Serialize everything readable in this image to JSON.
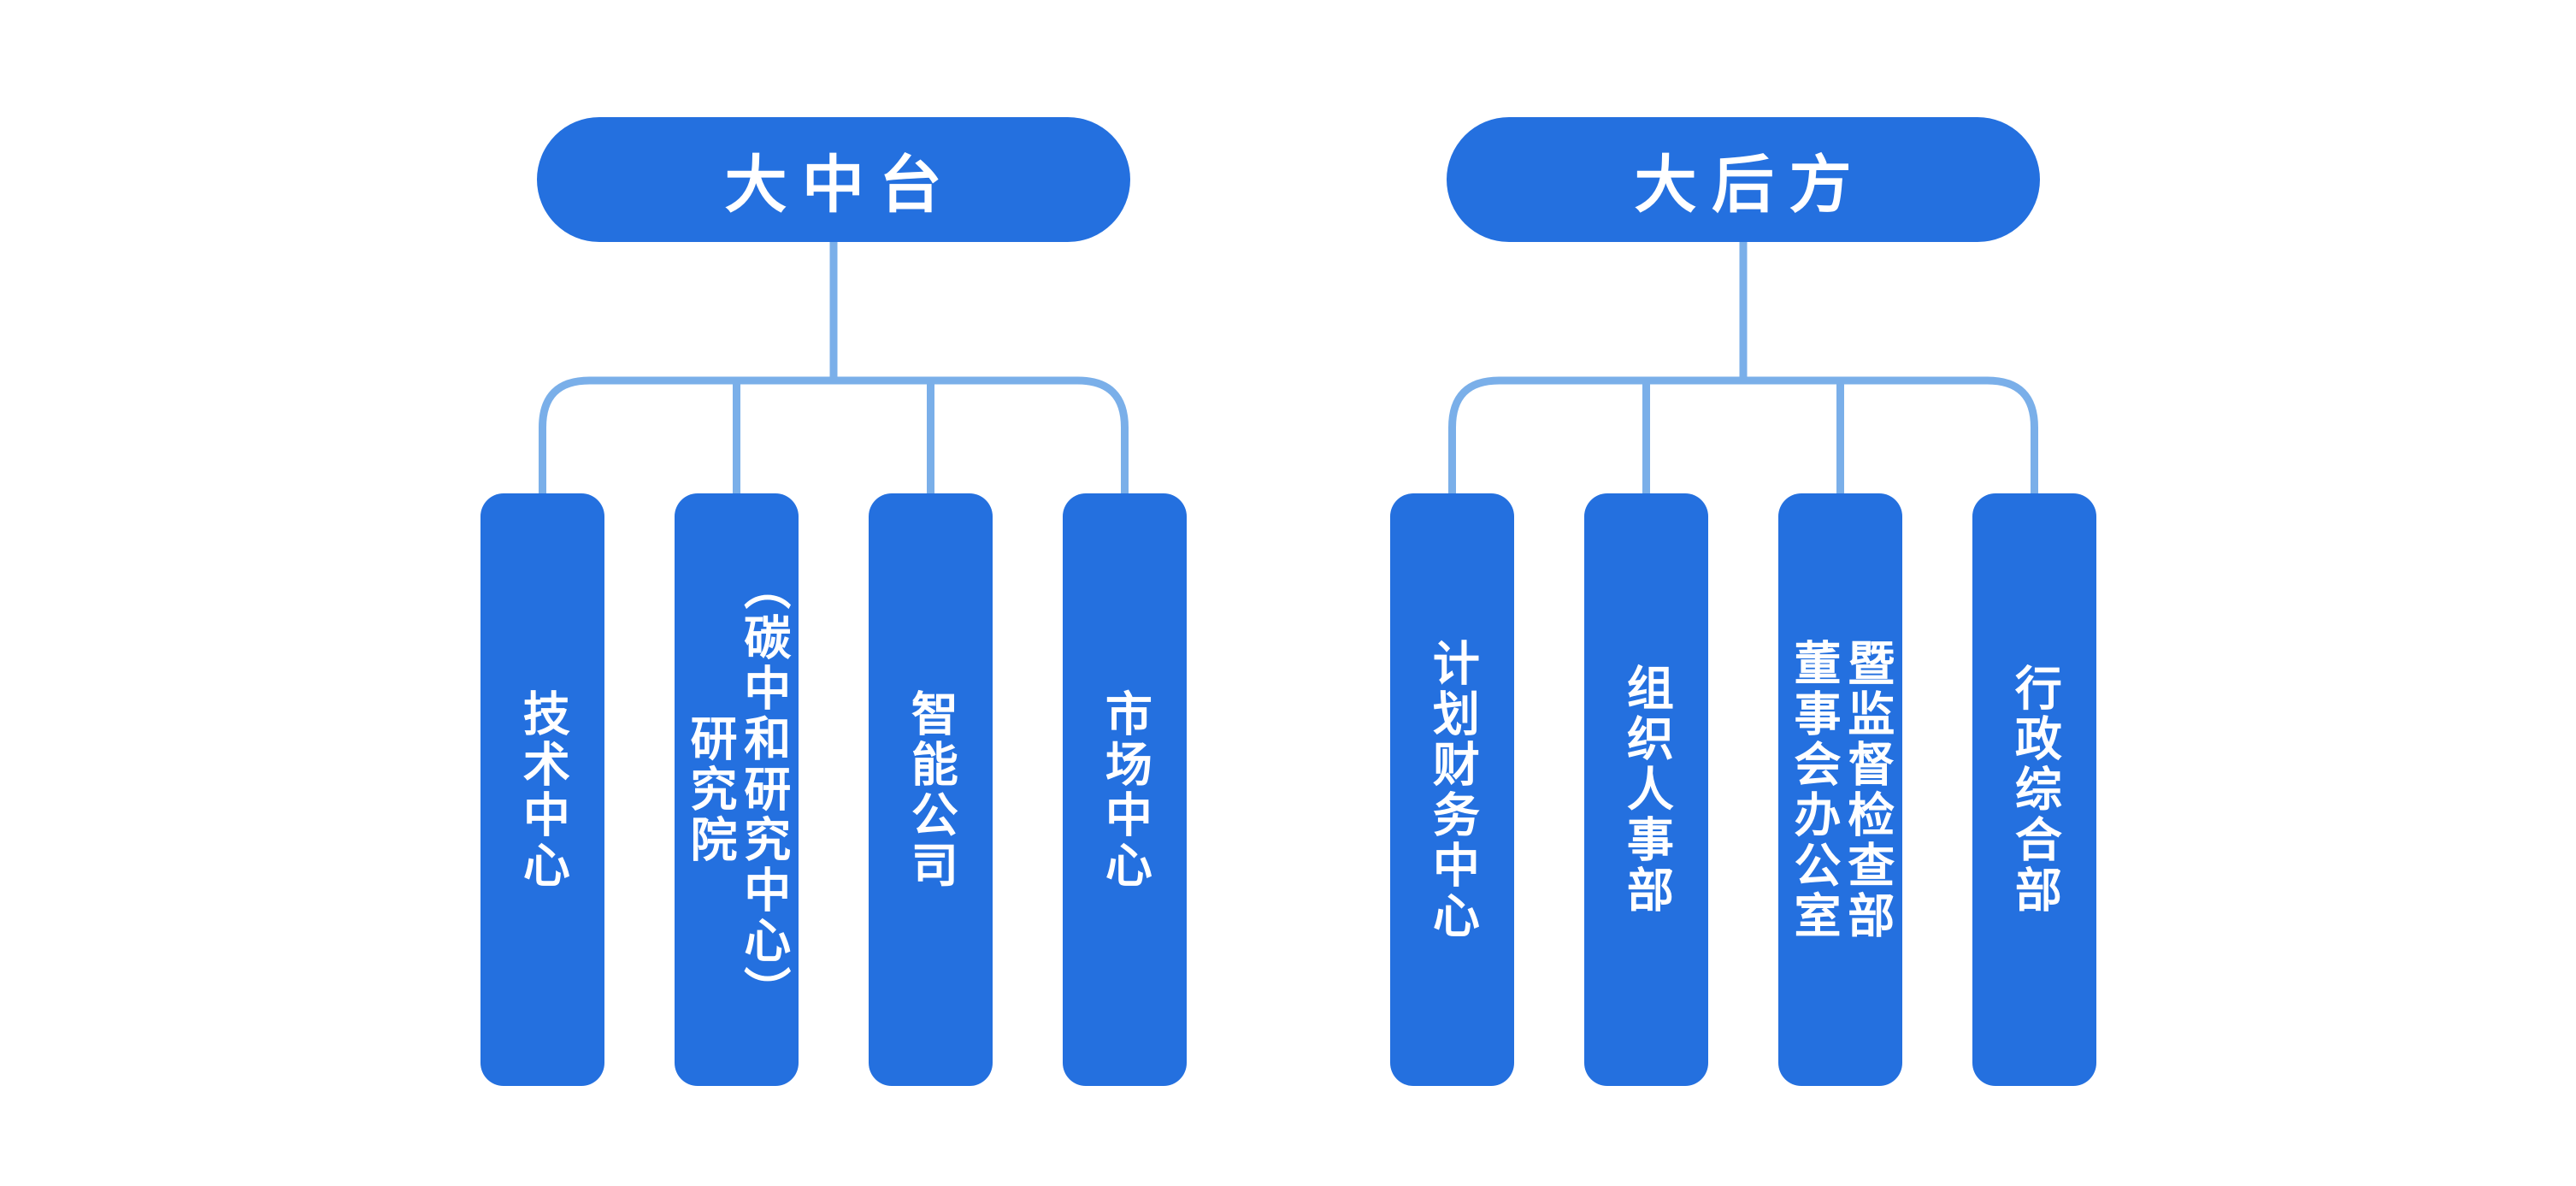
{
  "diagram": {
    "groups": [
      {
        "title": "大中台",
        "children": [
          {
            "label": "技术中心",
            "lines": [
              "技术中心"
            ]
          },
          {
            "label": "研究院（碳中和研究中心）",
            "lines": [
              "研究院",
              "（碳中和研究中心）"
            ]
          },
          {
            "label": "智能公司",
            "lines": [
              "智能公司"
            ]
          },
          {
            "label": "市场中心",
            "lines": [
              "市场中心"
            ]
          }
        ]
      },
      {
        "title": "大后方",
        "children": [
          {
            "label": "计划财务中心",
            "lines": [
              "计划财务中心"
            ]
          },
          {
            "label": "组织人事部",
            "lines": [
              "组织人事部"
            ]
          },
          {
            "label": "董事会办公室暨监督检查部",
            "lines": [
              "董事会办公室",
              "暨监督检查部"
            ]
          },
          {
            "label": "行政综合部",
            "lines": [
              "行政综合部"
            ]
          }
        ]
      }
    ]
  },
  "colors": {
    "node_fill": "#2470DF",
    "node_text": "#FFFFFF",
    "connector": "#7AAFE9",
    "background": "#FFFFFF"
  }
}
